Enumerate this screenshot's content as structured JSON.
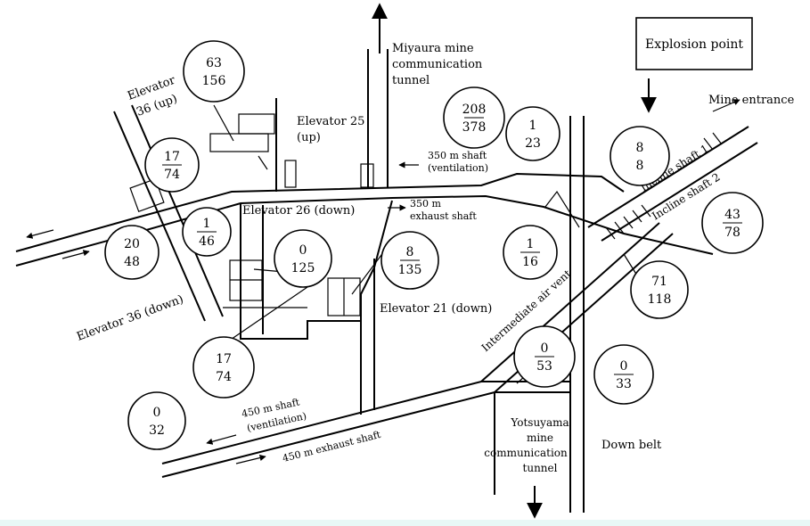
{
  "labels": {
    "miyaura": [
      "Miyaura mine",
      "communication",
      "tunnel"
    ],
    "explosion_point": "Explosion point",
    "mine_entrance": "Mine entrance",
    "elevator_36_up": [
      "Elevator",
      "36 (up)"
    ],
    "elevator_25": [
      "Elevator 25",
      "(up)"
    ],
    "shaft_350_vent": [
      "350 m shaft",
      "(ventilation)"
    ],
    "elevator_26": "Elevator 26 (down)",
    "shaft_350_exhaust": [
      "350 m",
      "exhaust shaft"
    ],
    "incline_1": "Incline shaft 1",
    "incline_2": "Incline shaft 2",
    "elevator_36_down": "Elevator 36 (down)",
    "elevator_21": "Elevator 21 (down)",
    "intermediate_vent": "Intermediate air vent",
    "shaft_450_vent": [
      "450 m shaft",
      "(ventilation)"
    ],
    "shaft_450_exhaust": "450 m exhaust shaft",
    "yotsuyama": [
      "Yotsuyama",
      "mine",
      "communication",
      "tunnel"
    ],
    "down_belt": "Down belt"
  },
  "circles": [
    {
      "name": "count-63-156",
      "top": "63",
      "bottom": "156",
      "bar": false
    },
    {
      "name": "count-17-74-upper",
      "top": "17",
      "bottom": "74",
      "bar": true
    },
    {
      "name": "count-1-46",
      "top": "1",
      "bottom": "46",
      "bar": true
    },
    {
      "name": "count-20-48",
      "top": "20",
      "bottom": "48",
      "bar": false
    },
    {
      "name": "count-0-125",
      "top": "0",
      "bottom": "125",
      "bar": false
    },
    {
      "name": "count-8-135",
      "top": "8",
      "bottom": "135",
      "bar": true
    },
    {
      "name": "count-208-378",
      "top": "208",
      "bottom": "378",
      "bar": true
    },
    {
      "name": "count-1-23",
      "top": "1",
      "bottom": "23",
      "bar": false
    },
    {
      "name": "count-1-16",
      "top": "1",
      "bottom": "16",
      "bar": true
    },
    {
      "name": "count-8-8",
      "top": "8",
      "bottom": "8",
      "bar": false
    },
    {
      "name": "count-43-78",
      "top": "43",
      "bottom": "78",
      "bar": true
    },
    {
      "name": "count-71-118",
      "top": "71",
      "bottom": "118",
      "bar": false
    },
    {
      "name": "count-17-74-lower",
      "top": "17",
      "bottom": "74",
      "bar": false
    },
    {
      "name": "count-0-53",
      "top": "0",
      "bottom": "53",
      "bar": true
    },
    {
      "name": "count-0-33",
      "top": "0",
      "bottom": "33",
      "bar": true
    },
    {
      "name": "count-0-32",
      "top": "0",
      "bottom": "32",
      "bar": false
    }
  ]
}
